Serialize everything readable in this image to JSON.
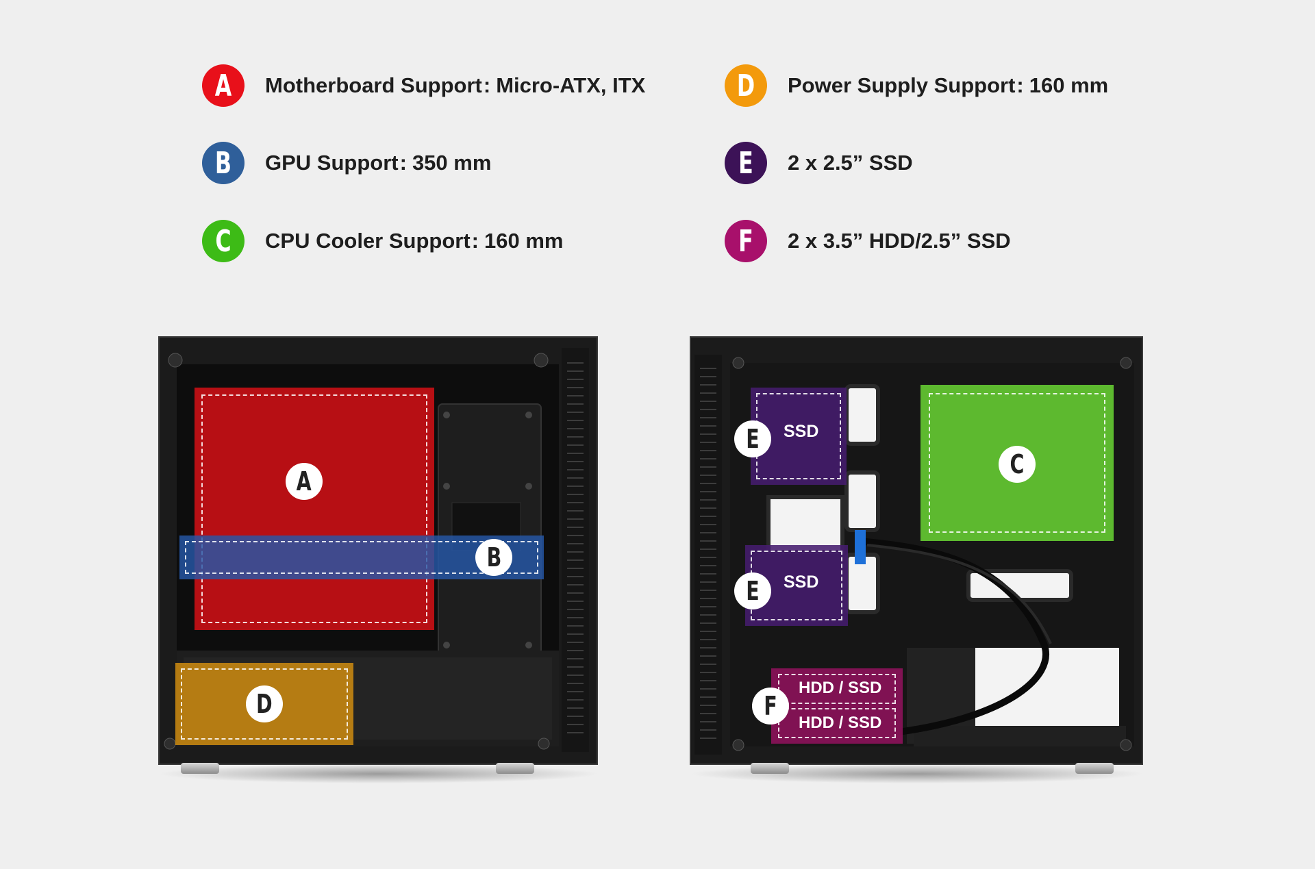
{
  "specs": [
    {
      "letter": "A",
      "label": "Motherboard Support",
      "colon": ":",
      "value": "Micro-ATX, ITX",
      "color": "#e8101a"
    },
    {
      "letter": "B",
      "label": "GPU Support",
      "colon": ":",
      "value": "350 mm",
      "color": "#2f5f9a"
    },
    {
      "letter": "C",
      "label": "CPU Cooler Support",
      "colon": ":",
      "value": "160 mm",
      "color": "#3dbb16"
    },
    {
      "letter": "D",
      "label": "Power Supply Support",
      "colon": ":",
      "value": "160 mm",
      "color": "#f39a0c"
    },
    {
      "letter": "E",
      "label": "2 x 2.5” SSD",
      "colon": "",
      "value": "",
      "color": "#3c1257"
    },
    {
      "letter": "F",
      "label": "2 x 3.5” HDD/2.5” SSD",
      "colon": "",
      "value": "",
      "color": "#a8106b"
    }
  ],
  "left_case": {
    "zones": {
      "A": {
        "letter": "A",
        "color": "rgba(212,16,22,0.86)"
      },
      "B": {
        "letter": "B",
        "color": "rgba(38,88,168,0.82)"
      },
      "D": {
        "letter": "D",
        "color": "rgba(214,144,16,0.82)"
      }
    }
  },
  "right_case": {
    "zones": {
      "E1": {
        "letter": "E",
        "label": "SSD",
        "color": "rgba(70,28,110,0.88)"
      },
      "E2": {
        "letter": "E",
        "label": "SSD",
        "color": "rgba(70,28,110,0.88)"
      },
      "C": {
        "letter": "C",
        "color": "rgba(100,200,50,0.92)"
      },
      "F": {
        "letter": "F",
        "label_top": "HDD / SSD",
        "label_bottom": "HDD / SSD",
        "color": "rgba(140,18,90,0.9)"
      }
    }
  },
  "colors": {
    "background": "#efefef",
    "case_dark": "#1c1c1c"
  }
}
